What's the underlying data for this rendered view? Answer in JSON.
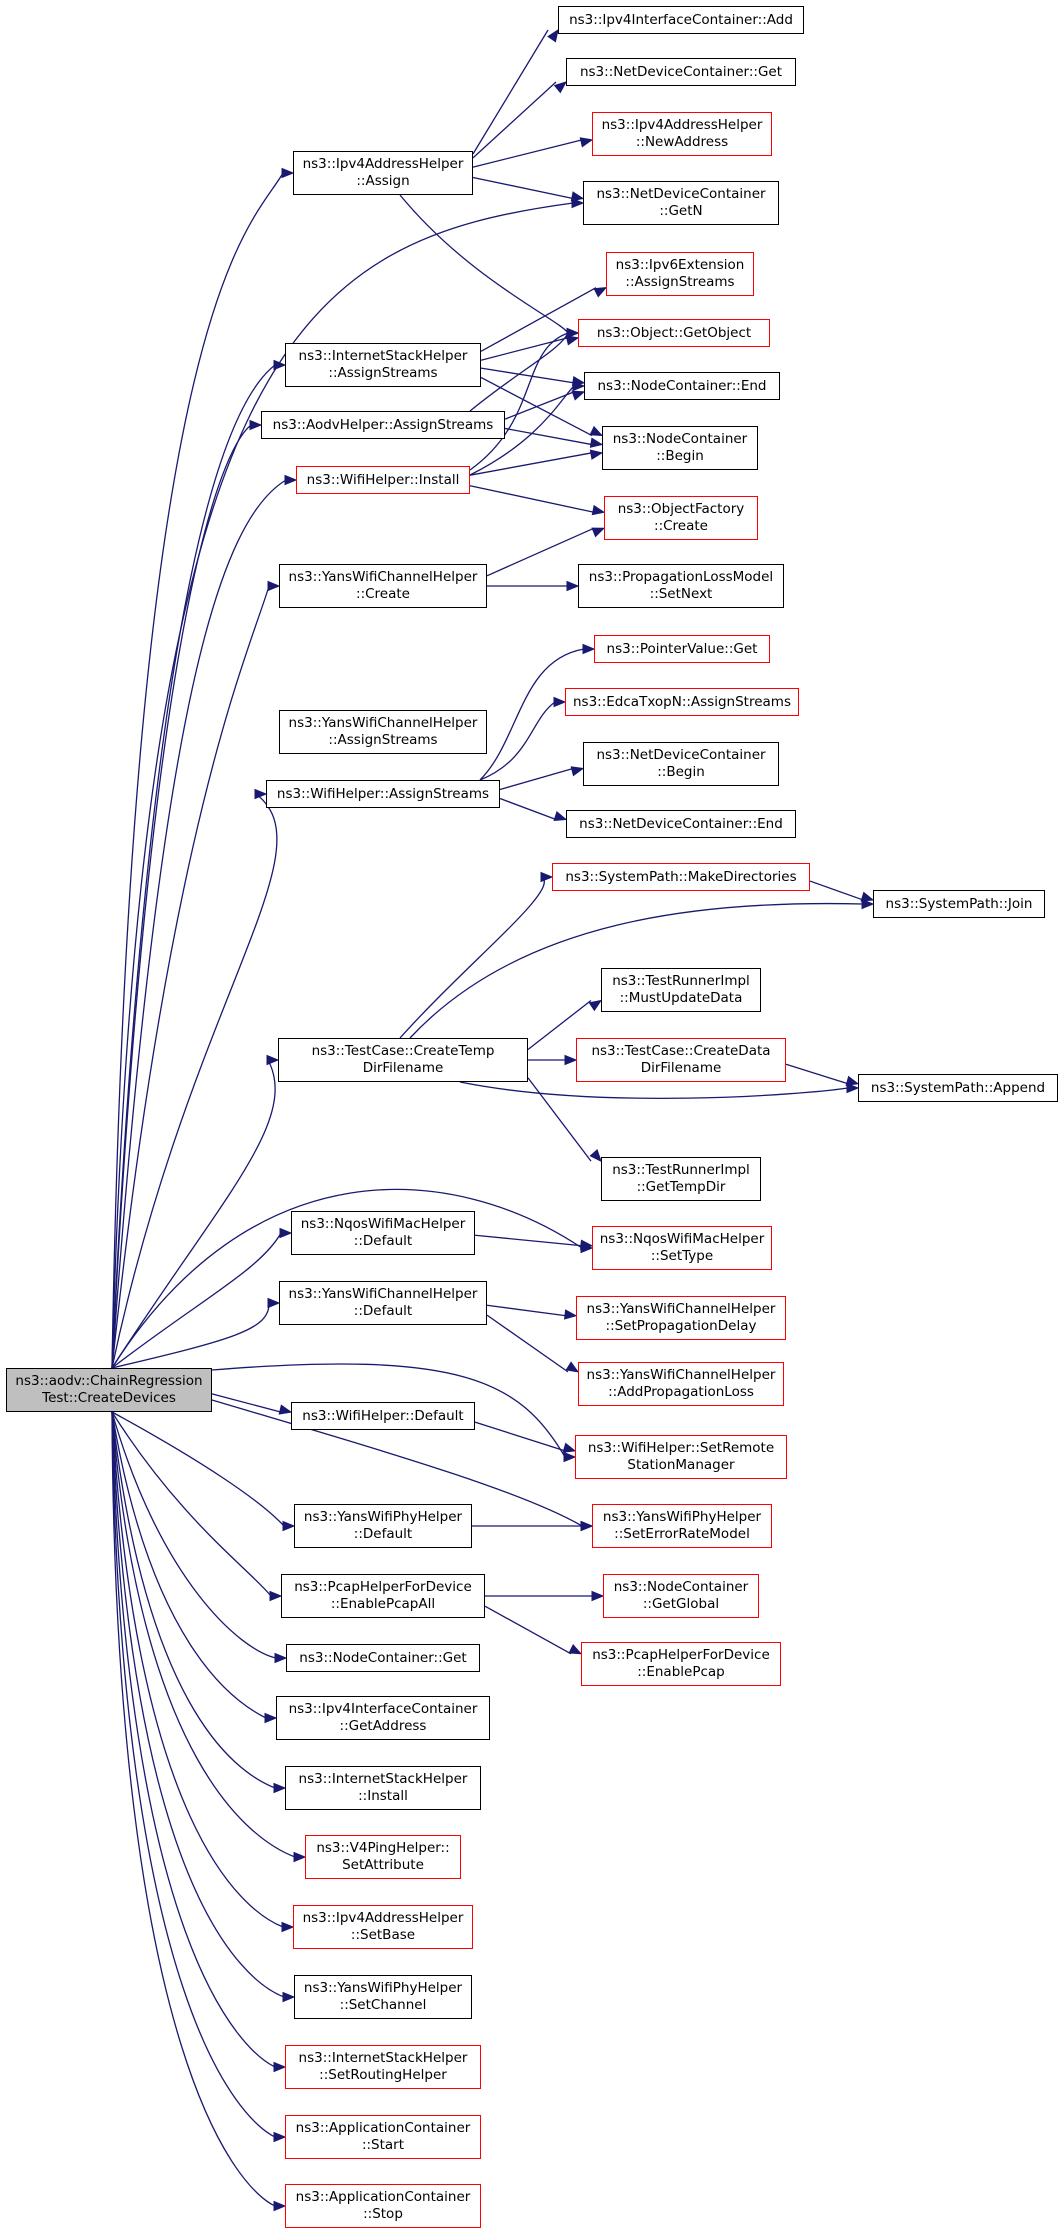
{
  "colors": {
    "edge": "#191970",
    "root_fill": "#bfbfbf",
    "border_black": "#000000",
    "border_red": "#ff0000"
  },
  "root": {
    "lines": [
      "ns3::aodv::ChainRegression",
      "Test::CreateDevices"
    ]
  },
  "nodes": {
    "ipv4ic_add": {
      "lines": [
        "ns3::Ipv4InterfaceContainer::Add"
      ]
    },
    "ndc_get": {
      "lines": [
        "ns3::NetDeviceContainer::Get"
      ]
    },
    "ipv4ah_newaddr": {
      "lines": [
        "ns3::Ipv4AddressHelper",
        "::NewAddress"
      ]
    },
    "ipv4ah_assign": {
      "lines": [
        "ns3::Ipv4AddressHelper",
        "::Assign"
      ]
    },
    "ndc_getn": {
      "lines": [
        "ns3::NetDeviceContainer",
        "::GetN"
      ]
    },
    "ipv6ext_assign": {
      "lines": [
        "ns3::Ipv6Extension",
        "::AssignStreams"
      ]
    },
    "obj_getobject": {
      "lines": [
        "ns3::Object::GetObject"
      ]
    },
    "ish_assign": {
      "lines": [
        "ns3::InternetStackHelper",
        "::AssignStreams"
      ]
    },
    "nc_end": {
      "lines": [
        "ns3::NodeContainer::End"
      ]
    },
    "aodv_assign": {
      "lines": [
        "ns3::AodvHelper::AssignStreams"
      ]
    },
    "nc_begin": {
      "lines": [
        "ns3::NodeContainer",
        "::Begin"
      ]
    },
    "wifi_install": {
      "lines": [
        "ns3::WifiHelper::Install"
      ]
    },
    "of_create": {
      "lines": [
        "ns3::ObjectFactory",
        "::Create"
      ]
    },
    "ywch_create": {
      "lines": [
        "ns3::YansWifiChannelHelper",
        "::Create"
      ]
    },
    "plm_setnext": {
      "lines": [
        "ns3::PropagationLossModel",
        "::SetNext"
      ]
    },
    "pv_get": {
      "lines": [
        "ns3::PointerValue::Get"
      ]
    },
    "edca_assign": {
      "lines": [
        "ns3::EdcaTxopN::AssignStreams"
      ]
    },
    "ywch_assign": {
      "lines": [
        "ns3::YansWifiChannelHelper",
        "::AssignStreams"
      ]
    },
    "ndc_begin": {
      "lines": [
        "ns3::NetDeviceContainer",
        "::Begin"
      ]
    },
    "wifi_assign": {
      "lines": [
        "ns3::WifiHelper::AssignStreams"
      ]
    },
    "ndc_end": {
      "lines": [
        "ns3::NetDeviceContainer::End"
      ]
    },
    "sp_mkdirs": {
      "lines": [
        "ns3::SystemPath::MakeDirectories"
      ]
    },
    "sp_join": {
      "lines": [
        "ns3::SystemPath::Join"
      ]
    },
    "tri_mustupdate": {
      "lines": [
        "ns3::TestRunnerImpl",
        "::MustUpdateData"
      ]
    },
    "tc_createtemp": {
      "lines": [
        "ns3::TestCase::CreateTemp",
        "DirFilename"
      ]
    },
    "tc_createdata": {
      "lines": [
        "ns3::TestCase::CreateData",
        "DirFilename"
      ]
    },
    "sp_append": {
      "lines": [
        "ns3::SystemPath::Append"
      ]
    },
    "tri_gettemp": {
      "lines": [
        "ns3::TestRunnerImpl",
        "::GetTempDir"
      ]
    },
    "nqos_default": {
      "lines": [
        "ns3::NqosWifiMacHelper",
        "::Default"
      ]
    },
    "nqos_settype": {
      "lines": [
        "ns3::NqosWifiMacHelper",
        "::SetType"
      ]
    },
    "ywch_default": {
      "lines": [
        "ns3::YansWifiChannelHelper",
        "::Default"
      ]
    },
    "ywch_setdelay": {
      "lines": [
        "ns3::YansWifiChannelHelper",
        "::SetPropagationDelay"
      ]
    },
    "ywch_addloss": {
      "lines": [
        "ns3::YansWifiChannelHelper",
        "::AddPropagationLoss"
      ]
    },
    "wifi_default": {
      "lines": [
        "ns3::WifiHelper::Default"
      ]
    },
    "wifi_setremote": {
      "lines": [
        "ns3::WifiHelper::SetRemote",
        "StationManager"
      ]
    },
    "ywph_default": {
      "lines": [
        "ns3::YansWifiPhyHelper",
        "::Default"
      ]
    },
    "ywph_seterr": {
      "lines": [
        "ns3::YansWifiPhyHelper",
        "::SetErrorRateModel"
      ]
    },
    "phd_enableall": {
      "lines": [
        "ns3::PcapHelperForDevice",
        "::EnablePcapAll"
      ]
    },
    "nc_getglobal": {
      "lines": [
        "ns3::NodeContainer",
        "::GetGlobal"
      ]
    },
    "phd_enable": {
      "lines": [
        "ns3::PcapHelperForDevice",
        "::EnablePcap"
      ]
    },
    "nc_get": {
      "lines": [
        "ns3::NodeContainer::Get"
      ]
    },
    "ipv4ic_getaddr": {
      "lines": [
        "ns3::Ipv4InterfaceContainer",
        "::GetAddress"
      ]
    },
    "ish_install": {
      "lines": [
        "ns3::InternetStackHelper",
        "::Install"
      ]
    },
    "v4ping_setattr": {
      "lines": [
        "ns3::V4PingHelper::",
        "SetAttribute"
      ]
    },
    "ipv4ah_setbase": {
      "lines": [
        "ns3::Ipv4AddressHelper",
        "::SetBase"
      ]
    },
    "ywph_setchannel": {
      "lines": [
        "ns3::YansWifiPhyHelper",
        "::SetChannel"
      ]
    },
    "ish_setrouting": {
      "lines": [
        "ns3::InternetStackHelper",
        "::SetRoutingHelper"
      ]
    },
    "ac_start": {
      "lines": [
        "ns3::ApplicationContainer",
        "::Start"
      ]
    },
    "ac_stop": {
      "lines": [
        "ns3::ApplicationContainer",
        "::Stop"
      ]
    }
  }
}
